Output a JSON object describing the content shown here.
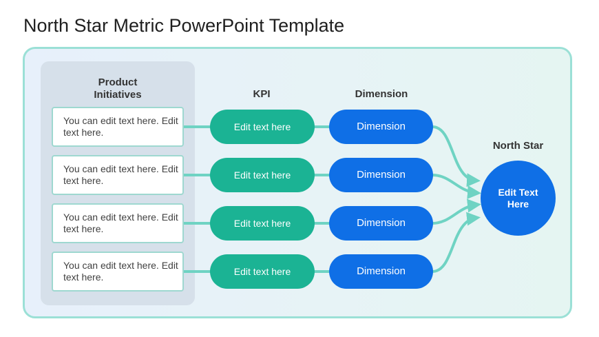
{
  "title": "North Star Metric PowerPoint Template",
  "headers": {
    "initiatives": "Product Initiatives",
    "kpi": "KPI",
    "dimension": "Dimension",
    "north_star": "North Star"
  },
  "rows": [
    {
      "initiative": "You can edit text here. Edit text here.",
      "kpi": "Edit text here",
      "dimension": "Dimension"
    },
    {
      "initiative": "You can edit text here. Edit text here.",
      "kpi": "Edit text here",
      "dimension": "Dimension"
    },
    {
      "initiative": "You can edit text here. Edit text here.",
      "kpi": "Edit text here",
      "dimension": "Dimension"
    },
    {
      "initiative": "You can edit text here. Edit text here.",
      "kpi": "Edit text here",
      "dimension": "Dimension"
    }
  ],
  "north_star_text": "Edit Text Here",
  "colors": {
    "kpi": "#1bb394",
    "dimension": "#0f6fe6",
    "connector": "#6fd3c3",
    "panel_border": "#9be0d6"
  }
}
